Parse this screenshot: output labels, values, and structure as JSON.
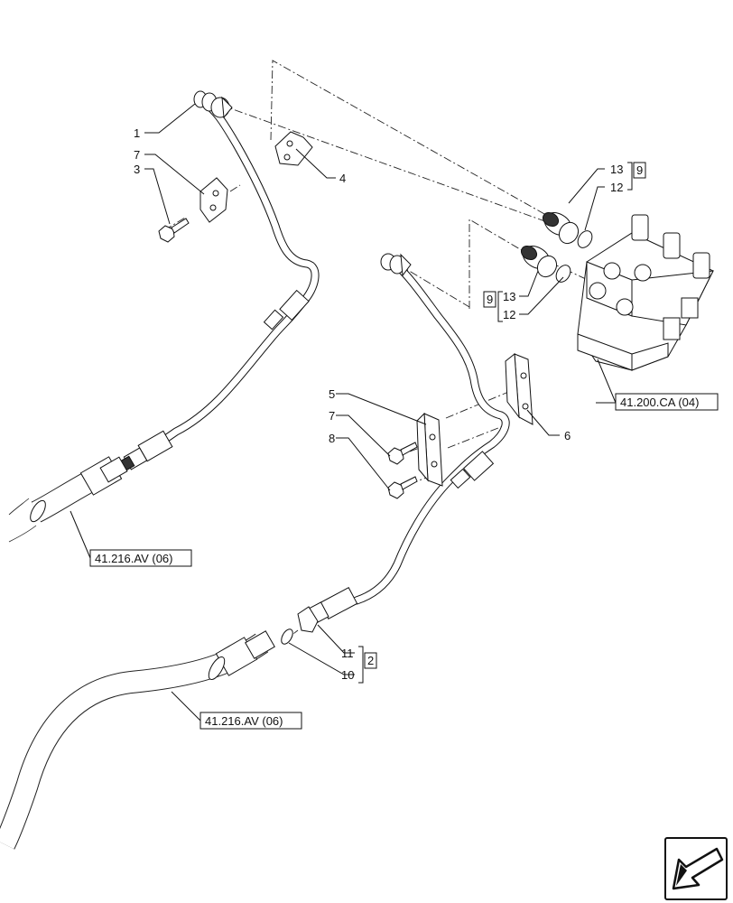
{
  "callouts": {
    "c1": "1",
    "c3": "3",
    "c4": "4",
    "c5": "5",
    "c6": "6",
    "c7a": "7",
    "c7b": "7",
    "c8": "8",
    "c10": "10",
    "c11": "11",
    "c12a": "12",
    "c12b": "12",
    "c13a": "13",
    "c13b": "13"
  },
  "group_refs": {
    "g9a": "9",
    "g9b": "9",
    "g2": "2"
  },
  "references": {
    "ref_hose_upper": "41.216.AV (06)",
    "ref_hose_lower": "41.216.AV (06)",
    "ref_valve": "41.200.CA (04)"
  },
  "nav": {
    "icon": "arrow-down-left-icon"
  }
}
